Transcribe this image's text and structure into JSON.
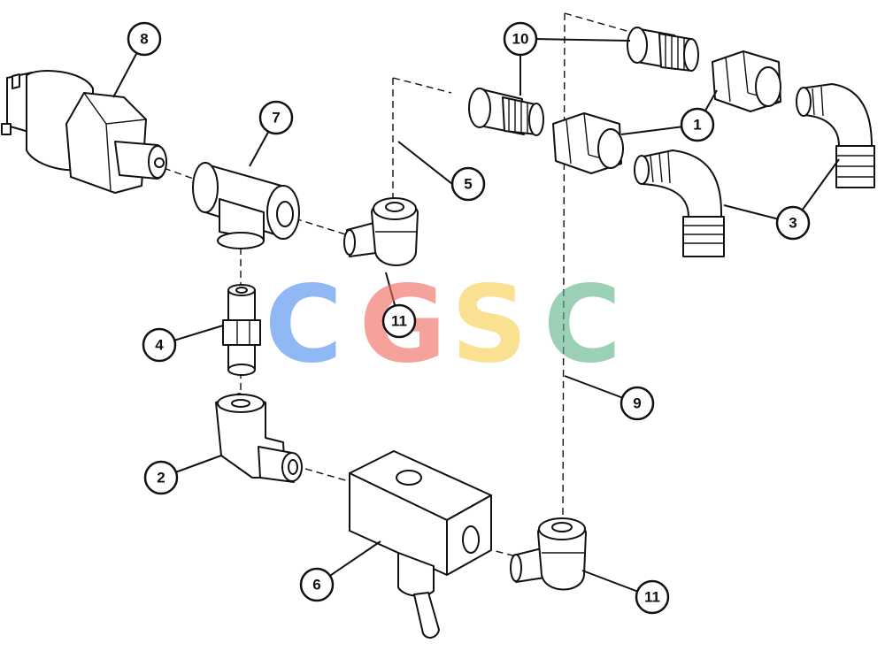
{
  "callouts": [
    {
      "id": "c8",
      "label": "8"
    },
    {
      "id": "c7",
      "label": "7"
    },
    {
      "id": "c5",
      "label": "5"
    },
    {
      "id": "c10",
      "label": "10"
    },
    {
      "id": "c1",
      "label": "1"
    },
    {
      "id": "c3",
      "label": "3"
    },
    {
      "id": "c11a",
      "label": "11"
    },
    {
      "id": "c4",
      "label": "4"
    },
    {
      "id": "c9",
      "label": "9"
    },
    {
      "id": "c2",
      "label": "2"
    },
    {
      "id": "c6",
      "label": "6"
    },
    {
      "id": "c11b",
      "label": "11"
    }
  ],
  "watermark": {
    "letters": [
      "C",
      "G",
      "S",
      "C"
    ],
    "colors": [
      "#4d8ef0",
      "#ef6a5f",
      "#f6cf4e",
      "#5fb38a"
    ]
  },
  "colors": {
    "line": "#111111",
    "background": "#ffffff"
  }
}
